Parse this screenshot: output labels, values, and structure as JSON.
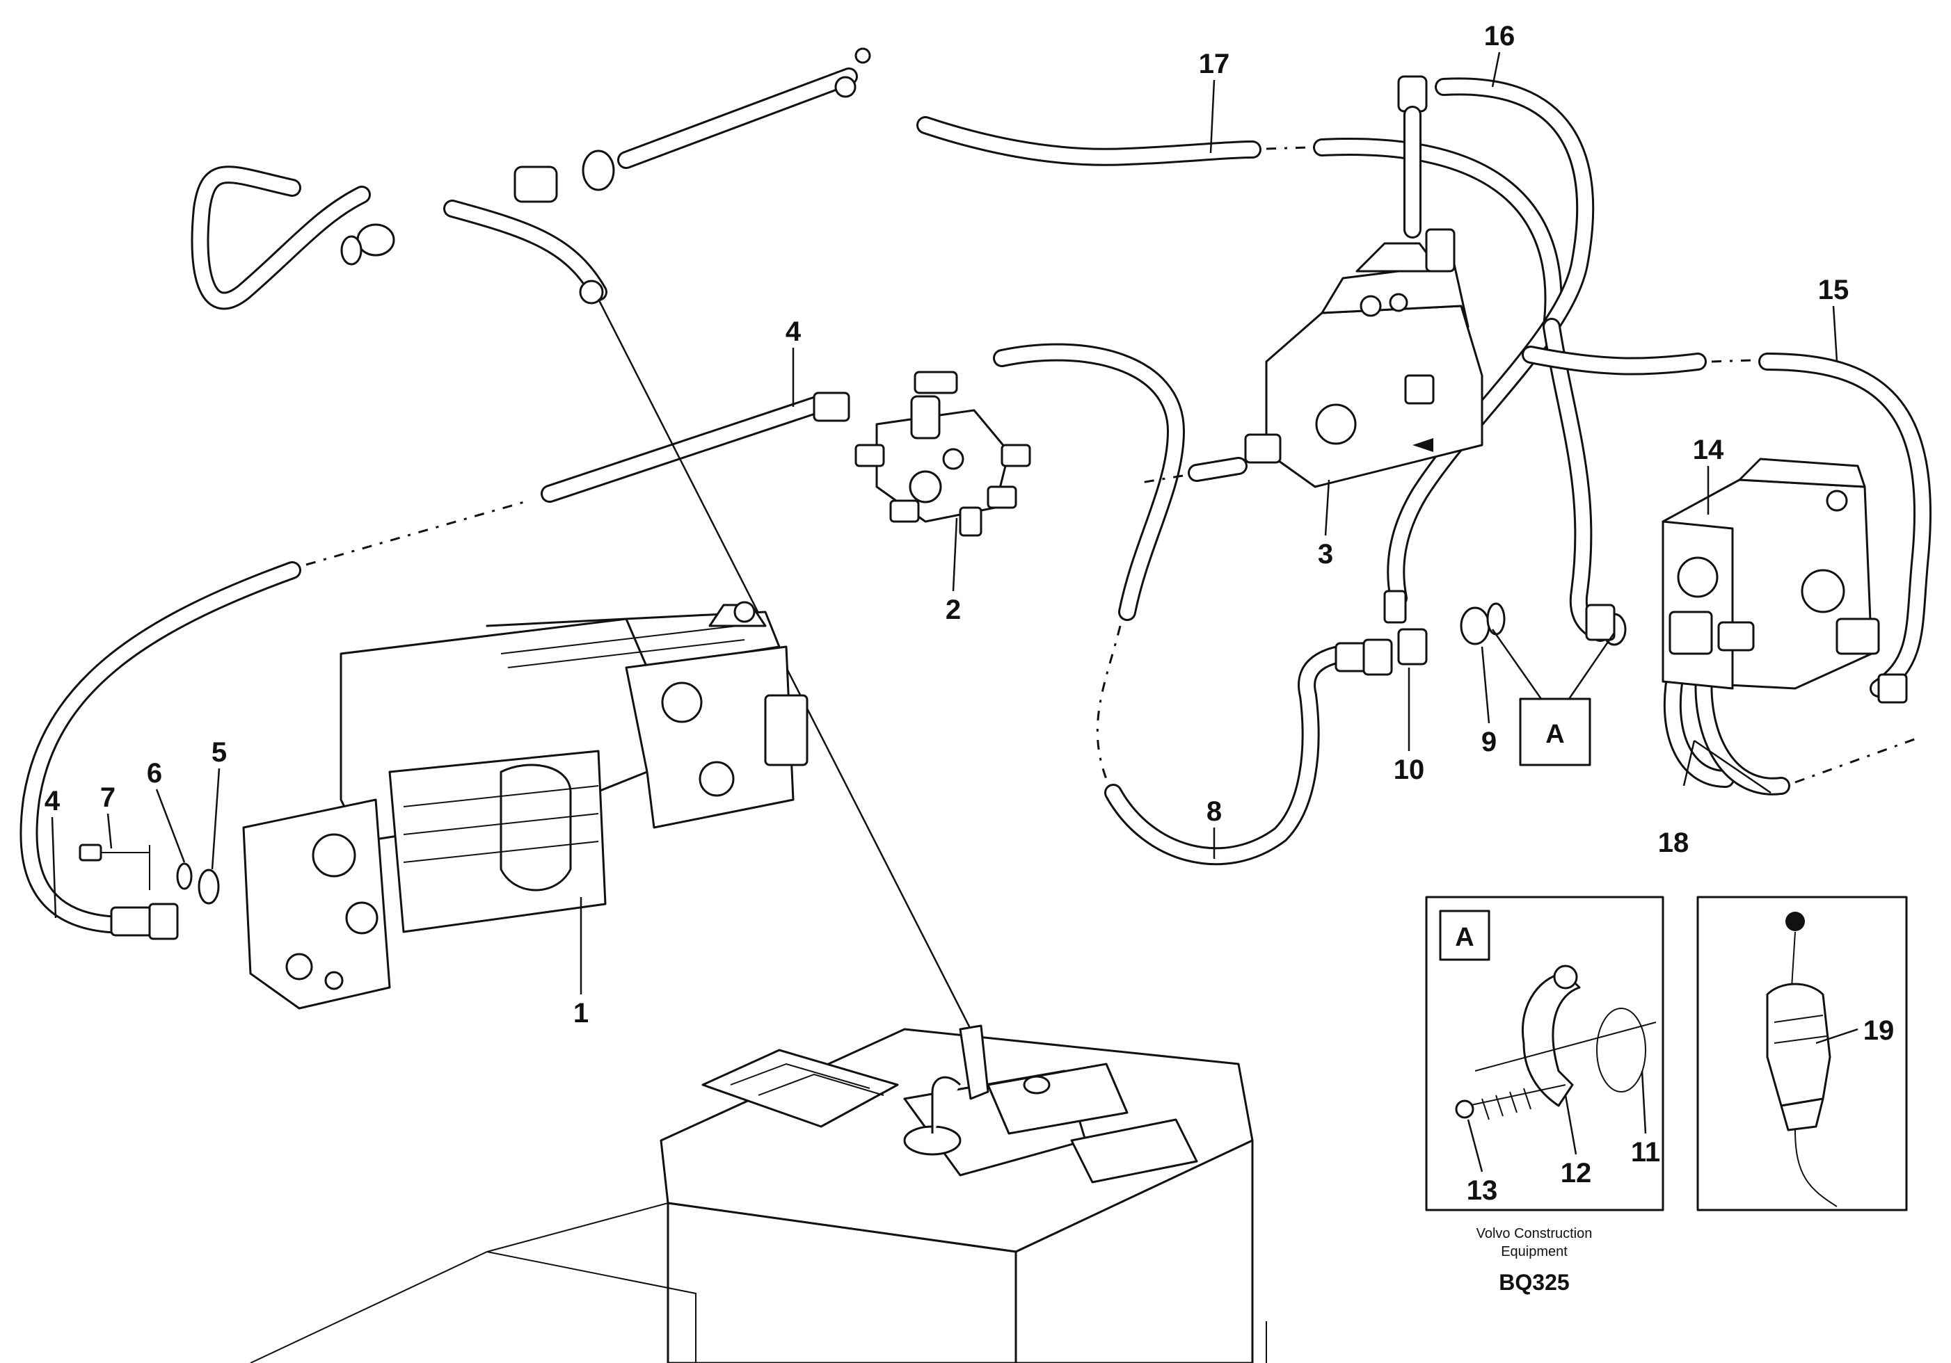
{
  "callouts": [
    "1",
    "2",
    "3",
    "4",
    "4",
    "5",
    "6",
    "7",
    "8",
    "9",
    "10",
    "11",
    "12",
    "13",
    "14",
    "15",
    "16",
    "17",
    "18",
    "19"
  ],
  "detail_tag": "A",
  "detail_tag_inset": "A",
  "footer": {
    "line1": "Volvo Construction",
    "line2": "Equipment",
    "code": "BQ325"
  }
}
